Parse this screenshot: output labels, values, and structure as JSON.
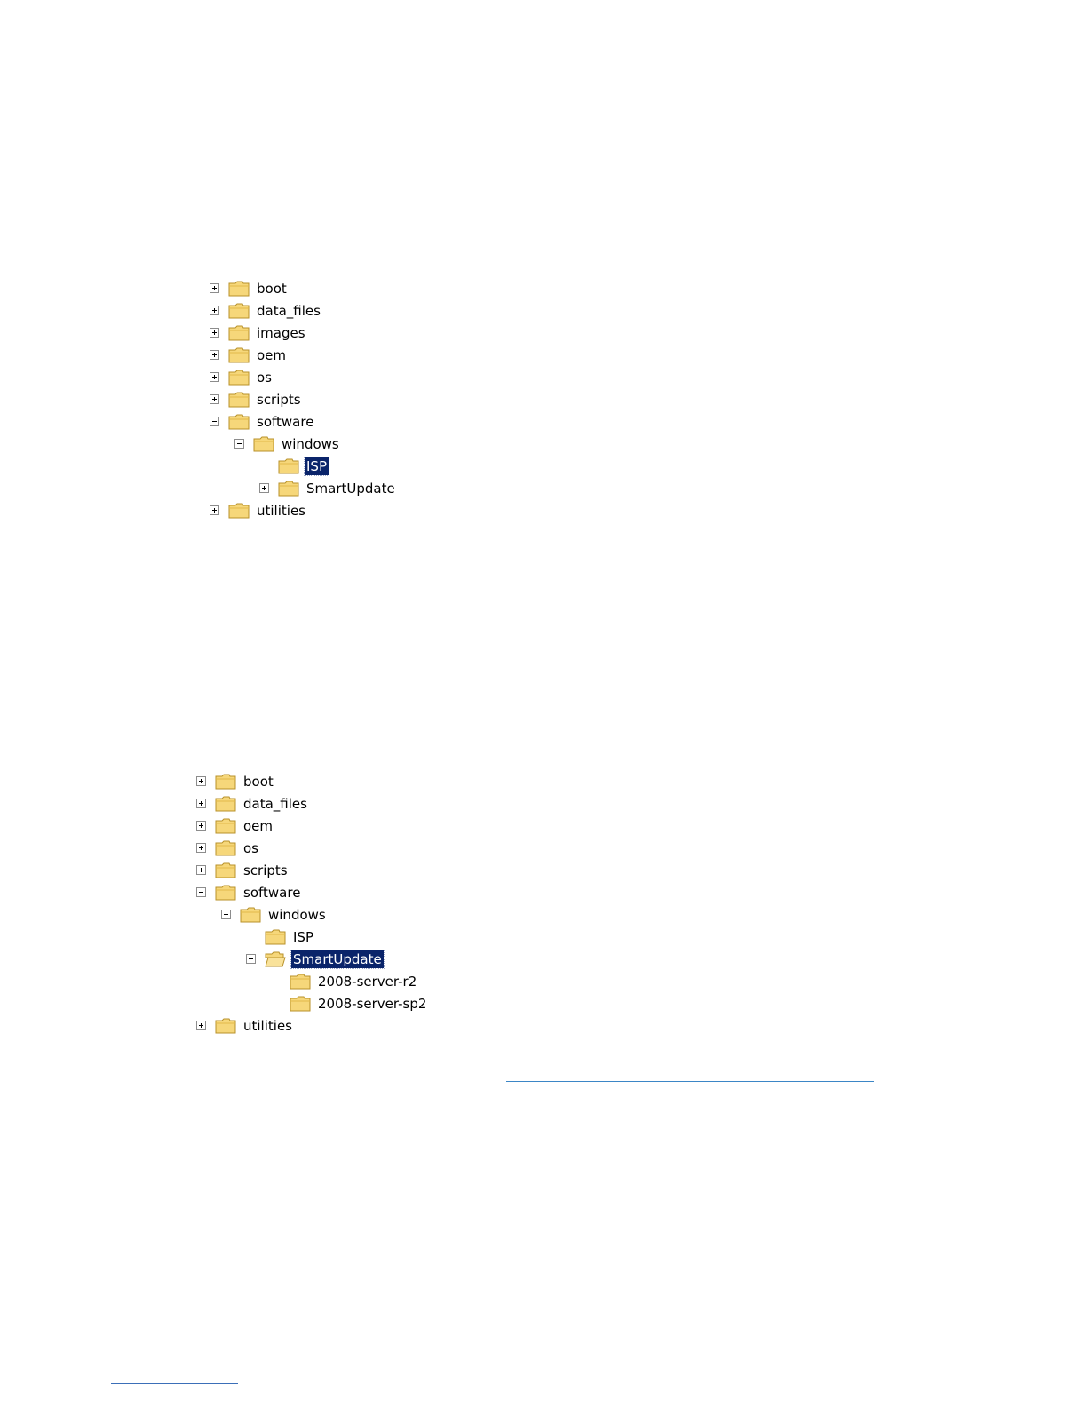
{
  "tree_1": {
    "nodes": [
      {
        "label": "boot",
        "state": "collapsed",
        "depth": 0
      },
      {
        "label": "data_files",
        "state": "collapsed",
        "depth": 0
      },
      {
        "label": "images",
        "state": "collapsed",
        "depth": 0
      },
      {
        "label": "oem",
        "state": "collapsed",
        "depth": 0
      },
      {
        "label": "os",
        "state": "collapsed",
        "depth": 0
      },
      {
        "label": "scripts",
        "state": "collapsed",
        "depth": 0
      },
      {
        "label": "software",
        "state": "expanded",
        "depth": 0
      },
      {
        "label": "windows",
        "state": "expanded",
        "depth": 1
      },
      {
        "label": "ISP",
        "state": "leaf",
        "depth": 2,
        "selected": true
      },
      {
        "label": "SmartUpdate",
        "state": "collapsed",
        "depth": 2
      },
      {
        "label": "utilities",
        "state": "collapsed",
        "depth": 0
      }
    ]
  },
  "tree_2": {
    "nodes": [
      {
        "label": "boot",
        "state": "collapsed",
        "depth": 0
      },
      {
        "label": "data_files",
        "state": "collapsed",
        "depth": 0
      },
      {
        "label": "oem",
        "state": "collapsed",
        "depth": 0
      },
      {
        "label": "os",
        "state": "collapsed",
        "depth": 0
      },
      {
        "label": "scripts",
        "state": "collapsed",
        "depth": 0
      },
      {
        "label": "software",
        "state": "expanded",
        "depth": 0
      },
      {
        "label": "windows",
        "state": "expanded",
        "depth": 1
      },
      {
        "label": "ISP",
        "state": "leaf",
        "depth": 2
      },
      {
        "label": "SmartUpdate",
        "state": "expanded",
        "depth": 2,
        "selected": true
      },
      {
        "label": "2008-server-r2",
        "state": "leaf",
        "depth": 3
      },
      {
        "label": "2008-server-sp2",
        "state": "leaf",
        "depth": 3
      },
      {
        "label": "utilities",
        "state": "collapsed",
        "depth": 0
      }
    ]
  },
  "colors": {
    "selection_bg": "#0a246a",
    "folder_fill": "#f6d77a",
    "folder_stroke": "#b8922a",
    "rule": "#3b86c6"
  },
  "icons": {
    "folder": "folder-icon",
    "collapsed_toggle": "plus-box-icon",
    "expanded_toggle": "minus-box-icon"
  }
}
